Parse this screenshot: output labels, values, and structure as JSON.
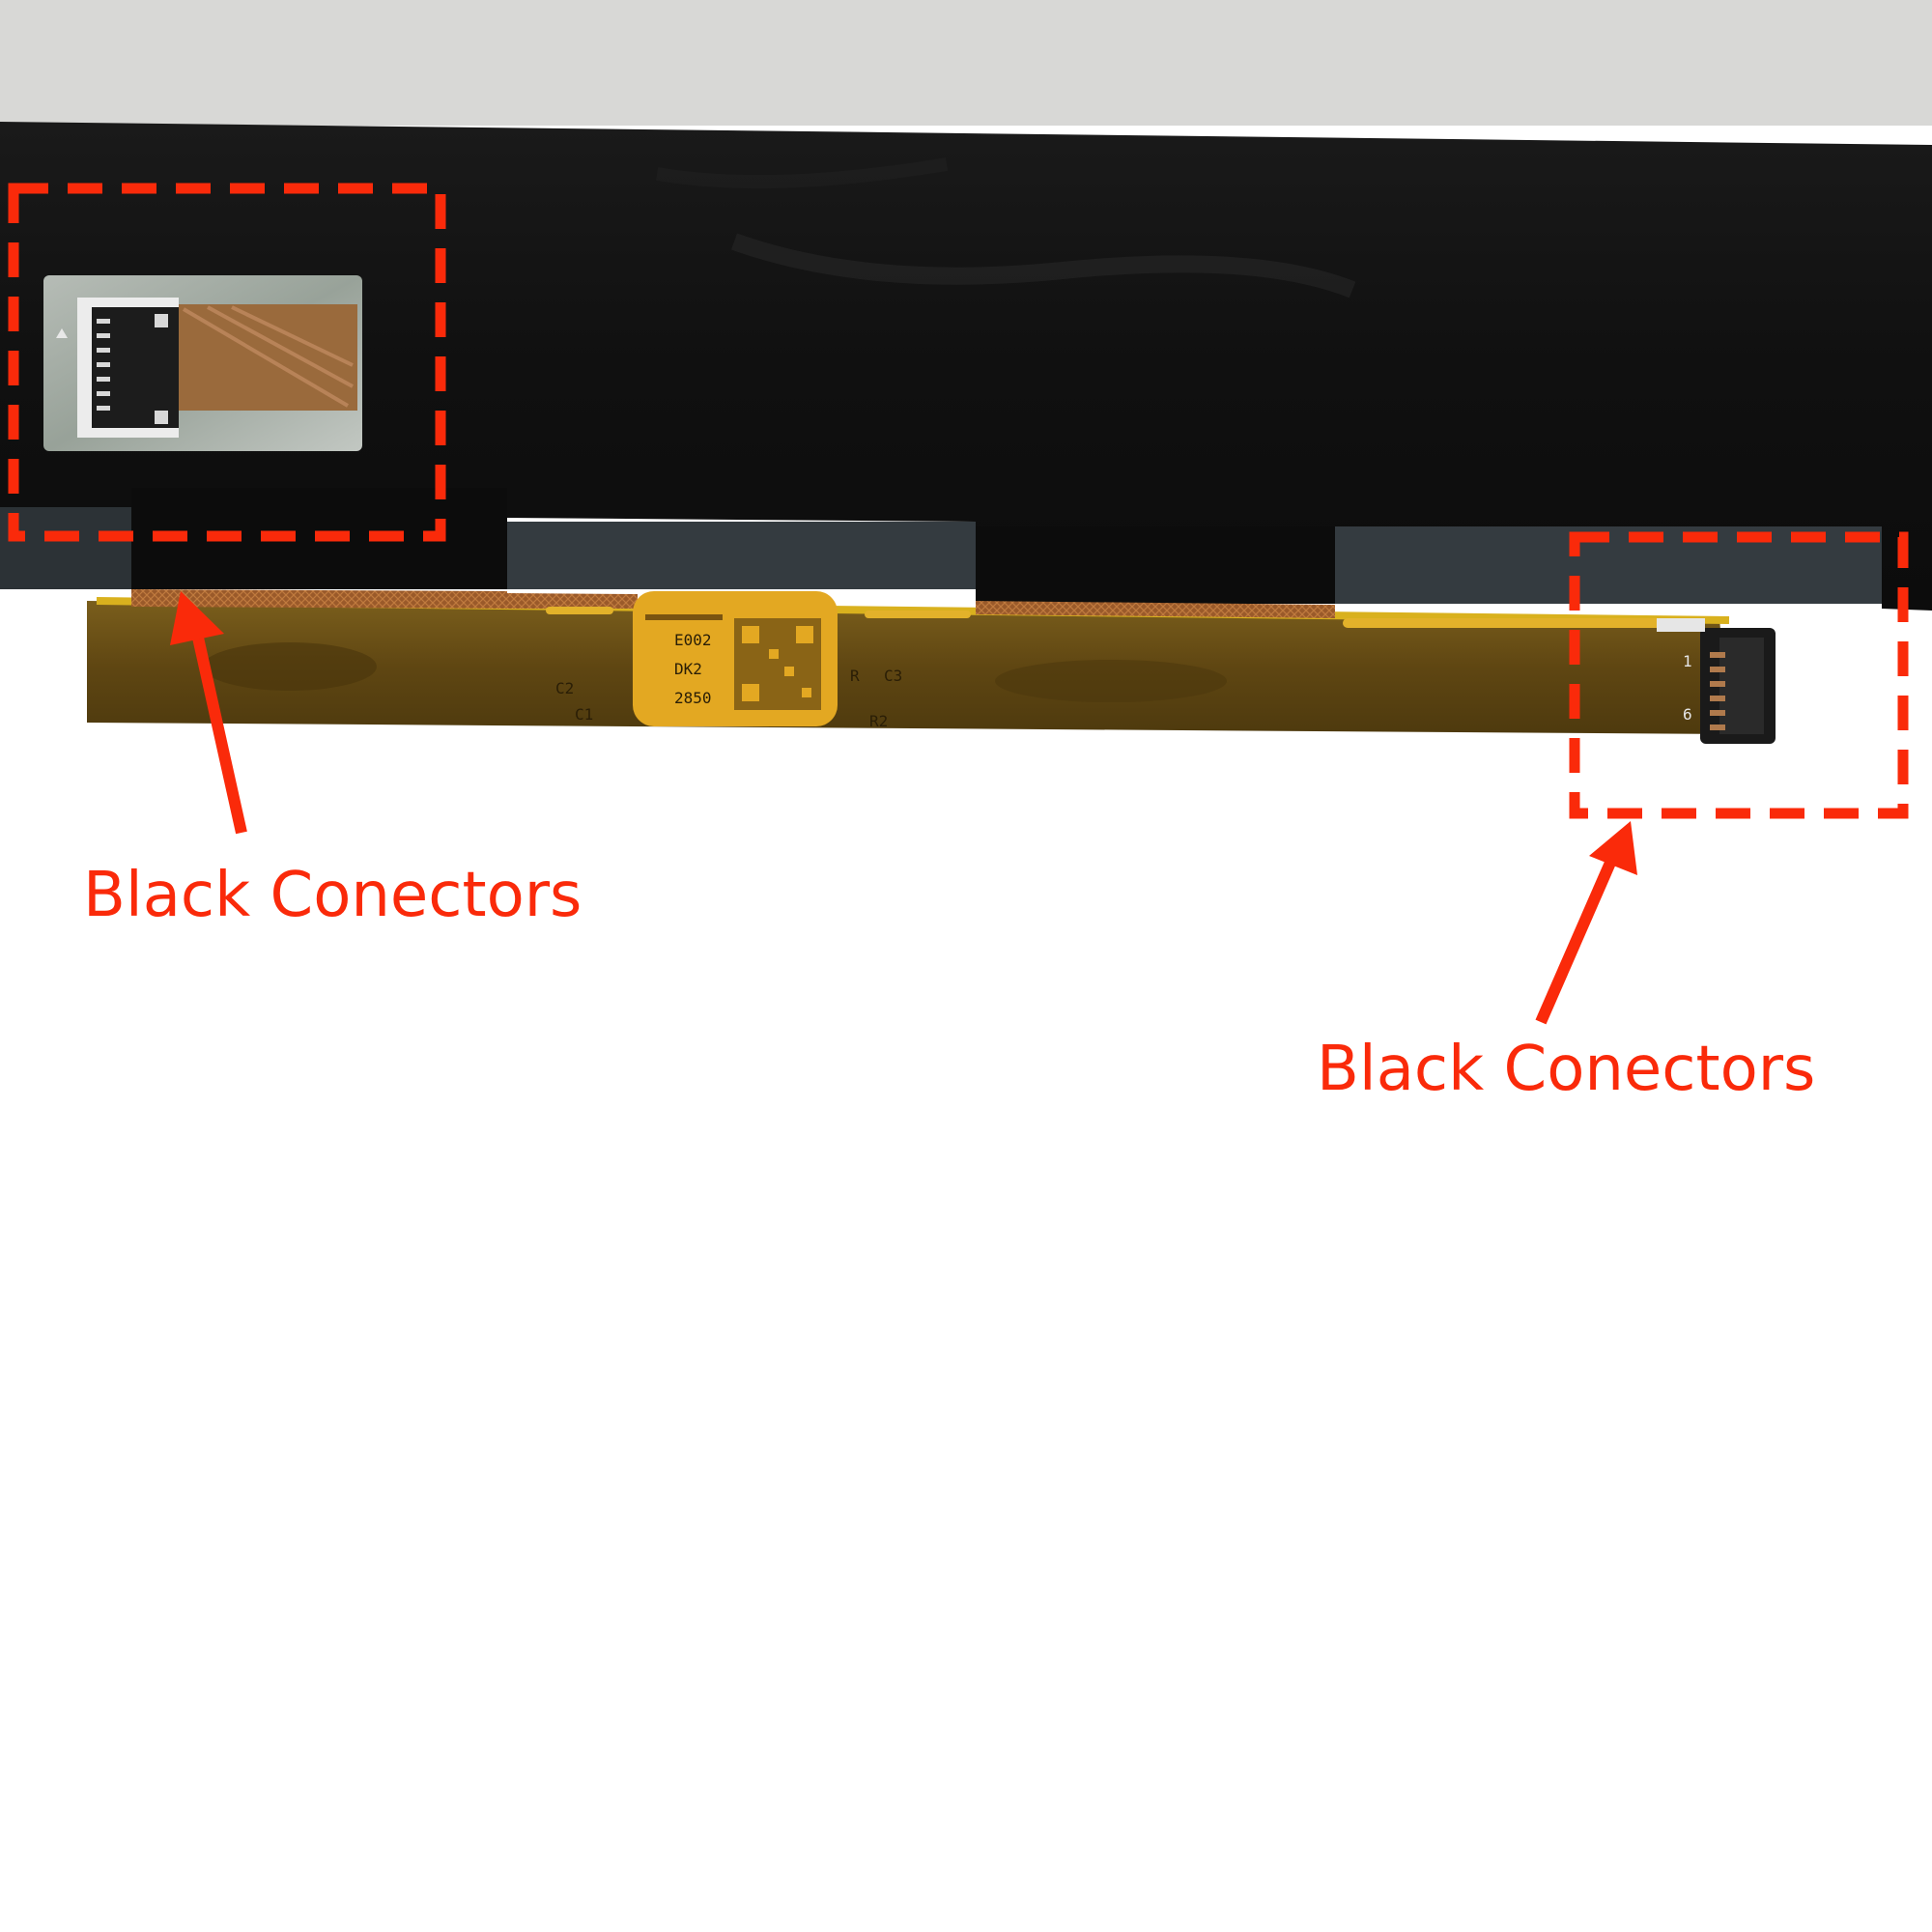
{
  "callouts": {
    "left_label": "Black Conectors",
    "right_label": "Black Conectors"
  },
  "pcb_markings": {
    "c2": "C2",
    "c1": "C1",
    "c3": "C3",
    "r": "R",
    "r2": "R2",
    "code_a": "E002",
    "code_b": "DK2",
    "code_c": "2850",
    "pin_1": "1",
    "pin_6": "6"
  },
  "colors": {
    "callout_red": "#fa2a0a",
    "panel_black": "#111111",
    "flex_cable": "#6e5418",
    "background_top": "#d8d8d6",
    "background": "#ffffff"
  },
  "icons": {
    "dashed_box": "dashed-rectangle-icon",
    "arrow": "arrow-icon"
  }
}
